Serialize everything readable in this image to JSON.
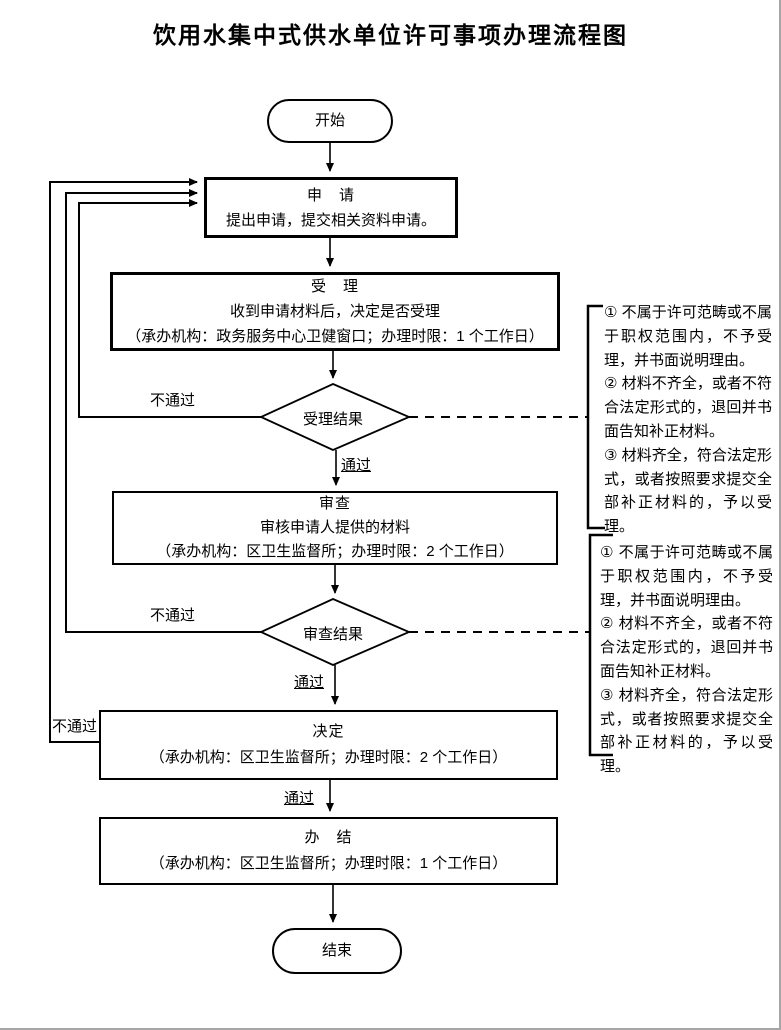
{
  "title": "饮用水集中式供水单位许可事项办理流程图",
  "flow": {
    "start": "开始",
    "apply": {
      "title": "申　请",
      "desc": "提出申请，提交相关资料申请。"
    },
    "accept": {
      "title": "受　理",
      "desc": "收到申请材料后，决定是否受理",
      "agency": "（承办机构：政务服务中心卫健窗口；办理时限：1 个工作日）"
    },
    "accept_result": "受理结果",
    "review": {
      "title": "审查",
      "desc": "审核申请人提供的材料",
      "agency": "（承办机构：区卫生监督所；办理时限：2 个工作日）"
    },
    "review_result": "审查结果",
    "decide": {
      "title": "决定",
      "agency": "（承办机构：区卫生监督所；办理时限：2 个工作日）"
    },
    "complete": {
      "title": "办　结",
      "agency": "（承办机构：区卫生监督所；办理时限：1 个工作日）"
    },
    "end": "结束"
  },
  "edge_labels": {
    "pass": "通过",
    "fail": "不通过"
  },
  "annotations": {
    "accept_note": {
      "items": [
        "① 不属于许可范畴或不属于职权范围内，不予受理，并书面说明理由。",
        "② 材料不齐全，或者不符合法定形式的，退回并书面告知补正材料。",
        "③ 材料齐全，符合法定形式，或者按照要求提交全部补正材料的，予以受理。"
      ]
    },
    "review_note": {
      "items": [
        "① 不属于许可范畴或不属于职权范围内，不予受理，并书面说明理由。",
        "② 材料不齐全，或者不符合法定形式的，退回并书面告知补正材料。",
        "③ 材料齐全，符合法定形式，或者按照要求提交全部补正材料的，予以受理。"
      ]
    }
  },
  "colors": {
    "line": "#000000",
    "page_bg": "#ffffff"
  }
}
